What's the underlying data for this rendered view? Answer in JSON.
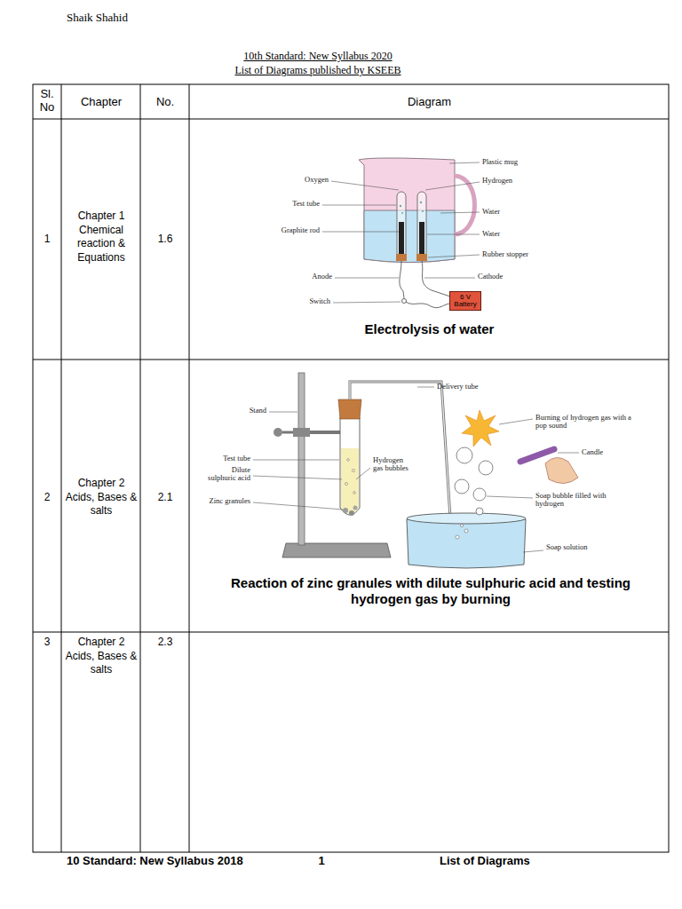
{
  "diagram": {
    "title": "10th Standard: New Syllabus 2020",
    "nodes": [
      {
        "text": [
          "6 V Battery"
        ]
      }
    ],
    "labels": [
      "Shaik Shahid",
      "List of Diagrams published by KSEEB",
      "Sl. No",
      "Chapter",
      "No.",
      "Diagram",
      "1",
      "Chapter 1 Chemical reaction & Equations",
      "1.6",
      "Plastic mug",
      "Oxygen",
      "Hydrogen",
      "Test tube",
      "Water",
      "Graphite rod",
      "Water",
      "Rubber stopper",
      "Anode",
      "Cathode",
      "Switch",
      "Electrolysis of water",
      "2",
      "Chapter 2 Acids, Bases & salts",
      "2.1",
      "Delivery tube",
      "Stand",
      "Burning of hydrogen gas with a pop sound",
      "Candle",
      "Test tube",
      "Dilute sulphuric acid",
      "Hydrogen gas bubbles",
      "Zinc granules",
      "Soap bubble filled with hydrogen",
      "Soap solution",
      "Reaction of zinc granules with dilute sulphuric acid and testing hydrogen gas by burning",
      "3",
      "Chapter 2 Acids, Bases & salts",
      "2.3",
      "10 Standard: New Syllabus 2018",
      "1",
      "List of Diagrams"
    ]
  }
}
